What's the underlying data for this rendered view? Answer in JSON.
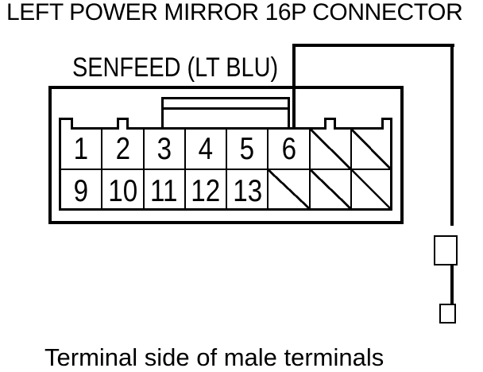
{
  "title": "LEFT POWER MIRROR 16P CONNECTOR",
  "wire": {
    "label": "SENFEED (LT BLU)",
    "signal": "SENFEED",
    "color_code": "LT BLU",
    "connects_to_pin": "6"
  },
  "caption": "Terminal side of male terminals",
  "colors": {
    "ink": "#000000",
    "paper": "#ffffff"
  },
  "connector": {
    "top_row": [
      {
        "label": "1",
        "slashed": false
      },
      {
        "label": "2",
        "slashed": false
      },
      {
        "label": "3",
        "slashed": false
      },
      {
        "label": "4",
        "slashed": false
      },
      {
        "label": "5",
        "slashed": false
      },
      {
        "label": "6",
        "slashed": false
      },
      {
        "label": "",
        "slashed": true
      },
      {
        "label": "",
        "slashed": true
      }
    ],
    "bottom_row": [
      {
        "label": "9",
        "slashed": false
      },
      {
        "label": "10",
        "slashed": false
      },
      {
        "label": "11",
        "slashed": false
      },
      {
        "label": "12",
        "slashed": false
      },
      {
        "label": "13",
        "slashed": false
      },
      {
        "label": "",
        "slashed": true
      },
      {
        "label": "",
        "slashed": true
      },
      {
        "label": "",
        "slashed": true
      }
    ]
  }
}
